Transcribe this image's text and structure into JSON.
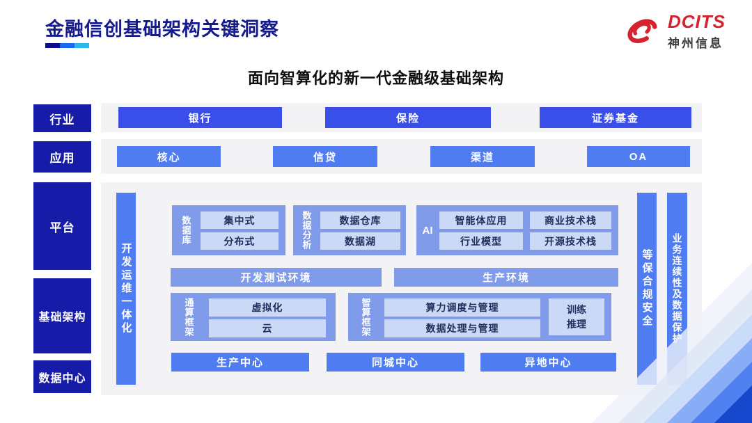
{
  "header": {
    "title": "金融信创基础架构关键洞察",
    "logo_brand": "DCITS",
    "logo_company": "神州信息"
  },
  "subtitle": "面向智算化的新一代金融级基础架构",
  "side_labels": {
    "industry": "行业",
    "application": "应用",
    "platform": "平台",
    "infrastructure": "基础架构",
    "datacenter": "数据中心"
  },
  "industry_items": [
    "银行",
    "保险",
    "证券基金"
  ],
  "application_items": [
    "核心",
    "信贷",
    "渠道",
    "OA"
  ],
  "platform": {
    "devops_bar": "开发运维一体化",
    "security_bar": "等保合规安全",
    "continuity_bar": "业务连续性及数据保护",
    "database": {
      "label": "数据库",
      "items": [
        "集中式",
        "分布式"
      ]
    },
    "analytics": {
      "label": "数据分析",
      "items": [
        "数据仓库",
        "数据湖"
      ]
    },
    "ai": {
      "label": "AI",
      "items": [
        "智能体应用",
        "商业技术栈",
        "行业模型",
        "开源技术栈"
      ]
    },
    "environments": [
      "开发测试环境",
      "生产环境"
    ],
    "general_compute": {
      "label": "通算框架",
      "items": [
        "虚拟化",
        "云"
      ]
    },
    "ai_compute": {
      "label": "智算框架",
      "items": [
        "算力调度与管理",
        "数据处理与管理"
      ],
      "side_box": "训练推理"
    }
  },
  "centers": [
    "生产中心",
    "同城中心",
    "异地中心"
  ],
  "colors": {
    "title_navy": "#151A8C",
    "label_navy": "#161CA8",
    "strong_blue": "#3A4EEA",
    "blue": "#4F7DF1",
    "panel_blue": "#7F9BE9",
    "light_box": "#CBD9F7",
    "strip_gray": "#F3F3F5",
    "logo_red": "#D4232F"
  }
}
